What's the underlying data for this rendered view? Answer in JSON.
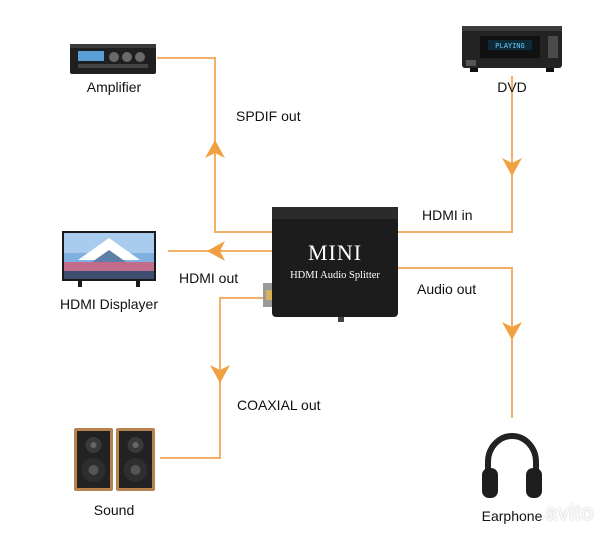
{
  "devices": {
    "amplifier": "Amplifier",
    "dvd": "DVD",
    "hdmi_displayer": "HDMI Displayer",
    "sound": "Sound",
    "earphone": "Earphone"
  },
  "connections": {
    "spdif_out": "SPDIF out",
    "hdmi_in": "HDMI in",
    "hdmi_out": "HDMI out",
    "audio_out": "Audio out",
    "coaxial_out": "COAXIAL out"
  },
  "splitter": {
    "title": "MINI",
    "subtitle": "HDMI Audio Splitter"
  },
  "dvd_display": "PLAYING",
  "watermark": "avito",
  "colors": {
    "line": "#f2b066",
    "arrow": "#f0a040",
    "box": "#1a1a1a"
  }
}
